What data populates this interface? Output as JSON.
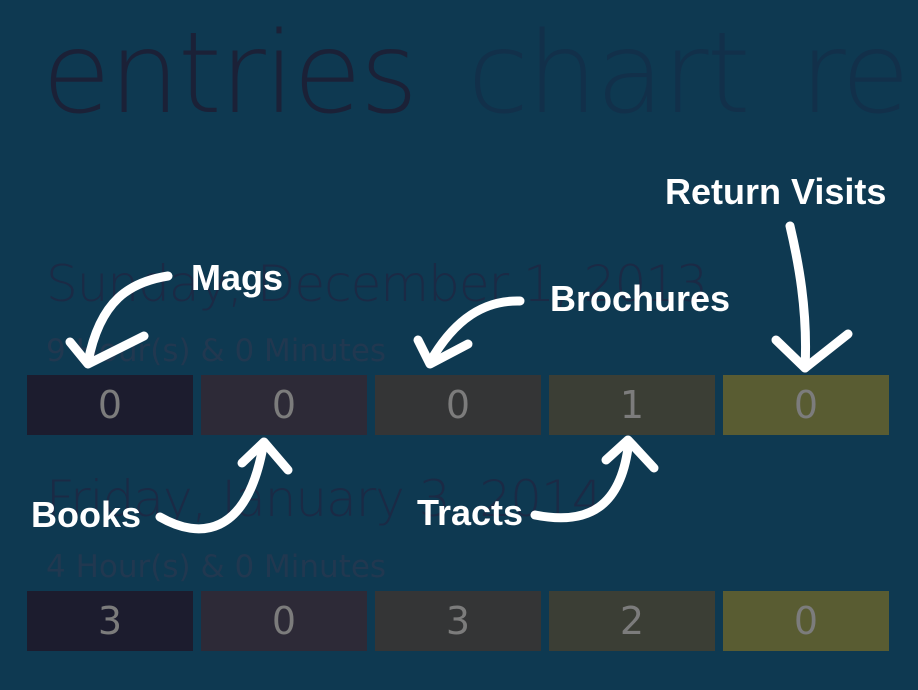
{
  "pivot": {
    "items": [
      {
        "label": "entries",
        "active": true
      },
      {
        "label": "chart",
        "active": false
      },
      {
        "label": "re",
        "active": false
      }
    ]
  },
  "entries": [
    {
      "date": "Sunday, December 1, 2013",
      "hours": "9 Hour(s) & 0 Minutes",
      "counts": {
        "mags": "0",
        "books": "0",
        "brochures": "0",
        "tracts": "1",
        "return_visits": "0"
      }
    },
    {
      "date": "Friday, January 3, 2014",
      "hours": "4 Hour(s) & 0 Minutes",
      "counts": {
        "mags": "3",
        "books": "0",
        "brochures": "3",
        "tracts": "2",
        "return_visits": "0"
      }
    }
  ],
  "annotations": {
    "mags": "Mags",
    "books": "Books",
    "brochures": "Brochures",
    "tracts": "Tracts",
    "return_visits": "Return Visits"
  },
  "colors": {
    "background": "#0e3951",
    "mags_tile": "#1c1c2e",
    "books_tile": "#2d2a37",
    "brochures_tile": "#343536",
    "tracts_tile": "#3b3e35",
    "return_visits_tile": "#595c32",
    "annotation": "#ffffff"
  }
}
